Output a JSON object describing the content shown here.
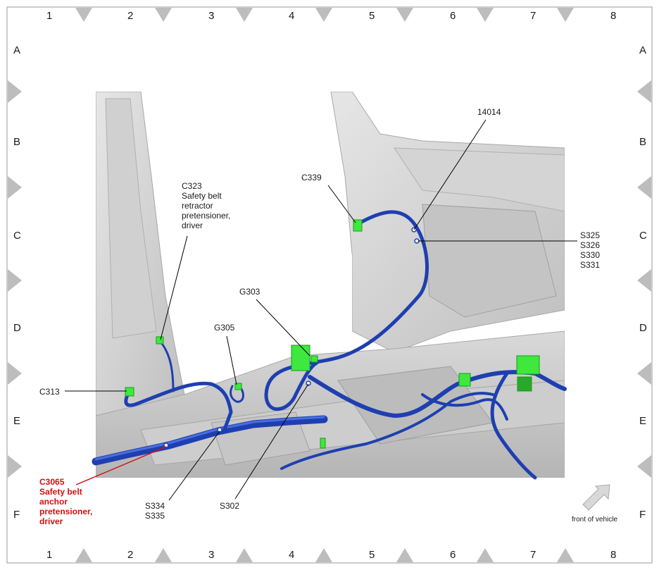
{
  "grid": {
    "columns": [
      "1",
      "2",
      "3",
      "4",
      "5",
      "6",
      "7",
      "8"
    ],
    "rows": [
      "A",
      "B",
      "C",
      "D",
      "E",
      "F"
    ]
  },
  "labels": {
    "c323": [
      "C323",
      "Safety belt",
      "retractor",
      "pretensioner,",
      "driver"
    ],
    "c339": "C339",
    "p14014": "14014",
    "s_group": [
      "S325",
      "S326",
      "S330",
      "S331"
    ],
    "g303": "G303",
    "g305": "G305",
    "c313": "C313",
    "c3065": [
      "C3065",
      "Safety belt",
      "anchor",
      "pretensioner,",
      "driver"
    ],
    "s334": [
      "S334",
      "S335"
    ],
    "s302": "S302"
  },
  "direction": {
    "text": "front of vehicle",
    "icon": "arrow-up-right-icon"
  },
  "colors": {
    "harness": "#1e3fb0",
    "harness_light": "#4a6ee0",
    "connector": "#3ee83e",
    "callout_red": "#d01010",
    "body_grey": "#c8c8c8"
  }
}
